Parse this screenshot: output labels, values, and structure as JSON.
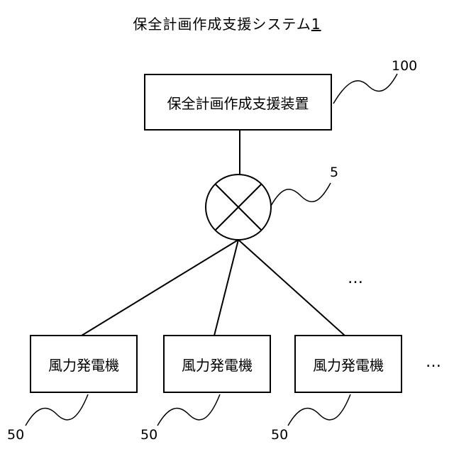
{
  "system_title": {
    "text": "保全計画作成支援システム",
    "number": "1"
  },
  "apparatus": {
    "label": "保全計画作成支援装置",
    "ref": "100"
  },
  "network": {
    "ref": "5"
  },
  "turbines": [
    {
      "label": "風力発電機",
      "ref": "50"
    },
    {
      "label": "風力発電機",
      "ref": "50"
    },
    {
      "label": "風力発電機",
      "ref": "50"
    }
  ],
  "ellipsis": "…",
  "ellipsis_right": "…"
}
